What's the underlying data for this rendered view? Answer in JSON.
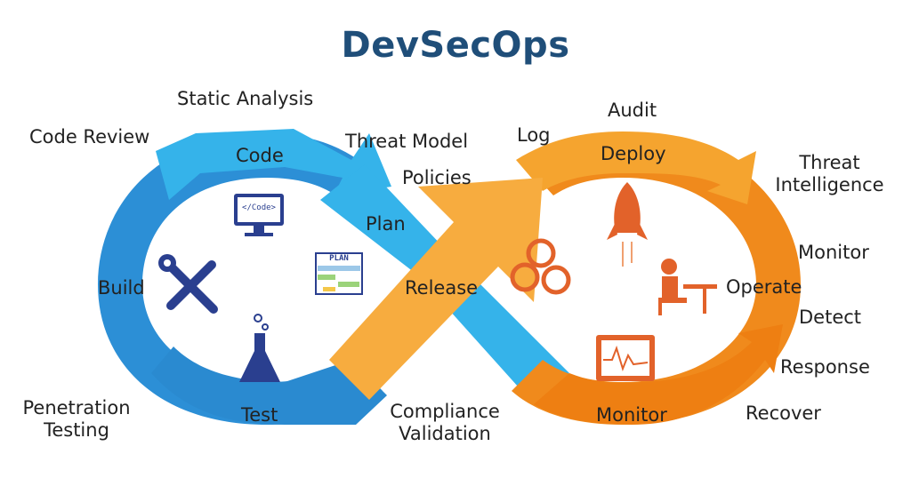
{
  "title": "DevSecOps",
  "colors": {
    "title": "#1f4e79",
    "blue_loop": "#2c8fd6",
    "blue_light": "#35b3ea",
    "orange_loop": "#f08a1c",
    "orange_light": "#f7ac3f",
    "icon_navy": "#2a3f8f",
    "icon_orange": "#e2622a"
  },
  "phases": {
    "code": "Code",
    "plan": "Plan",
    "build": "Build",
    "test": "Test",
    "release": "Release",
    "deploy": "Deploy",
    "operate": "Operate",
    "monitor": "Monitor"
  },
  "security_practices": {
    "static_analysis": "Static Analysis",
    "code_review": "Code Review",
    "threat_model": "Threat Model",
    "policies": "Policies",
    "penetration_testing": [
      "Penetration",
      "Testing"
    ],
    "compliance_validation": [
      "Compliance",
      "Validation"
    ],
    "log": "Log",
    "audit": "Audit",
    "threat_intelligence": [
      "Threat",
      "Intelligence"
    ],
    "monitor": "Monitor",
    "detect": "Detect",
    "response": "Response",
    "recover": "Recover"
  },
  "icons": {
    "code_screen": {
      "name": "code-monitor-icon",
      "text": "</Code>"
    },
    "plan_sheet": {
      "name": "plan-sheet-icon",
      "text": "PLAN"
    },
    "tools": {
      "name": "wrench-screwdriver-icon"
    },
    "flask": {
      "name": "lab-flask-icon"
    },
    "gears": {
      "name": "gears-icon"
    },
    "rocket": {
      "name": "rocket-icon"
    },
    "operator": {
      "name": "person-at-desk-icon"
    },
    "monitor_chart": {
      "name": "monitor-chart-icon"
    }
  }
}
